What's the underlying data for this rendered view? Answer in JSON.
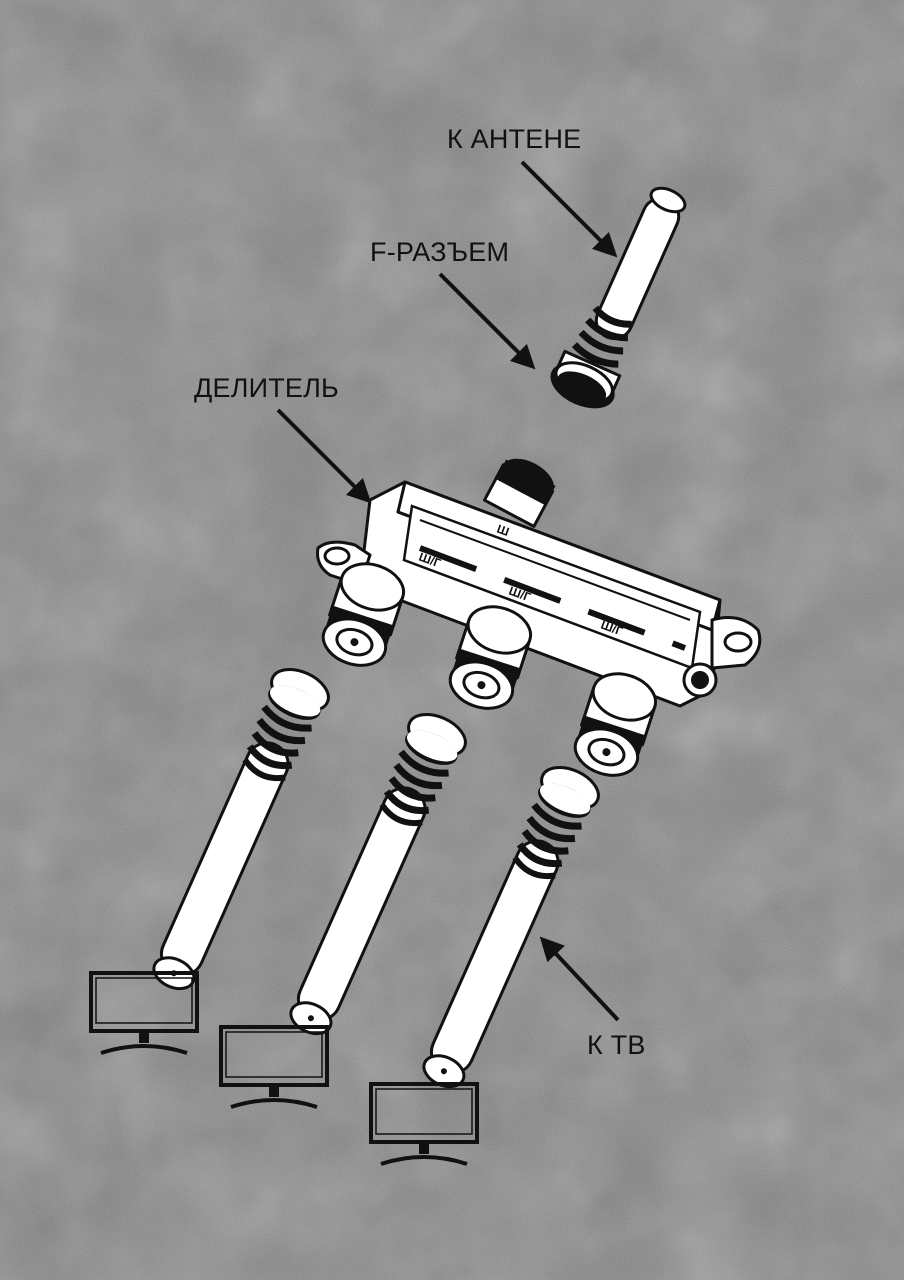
{
  "labels": {
    "to_antenna": "К АНТЕНЕ",
    "f_connector": "F-РАЗЪЕМ",
    "splitter": "ДЕЛИТЕЛЬ",
    "to_tv": "К ТВ"
  },
  "splitter_port_markings": [
    "Ш",
    "Ш/Г",
    "Ш/Г",
    "Ш/Г"
  ],
  "colors": {
    "background": "#7d7d7d",
    "ink": "#111111",
    "device": "#ffffff"
  },
  "icons": [
    "arrow-icon",
    "coaxial-cable-icon",
    "f-connector-icon",
    "splitter-icon",
    "tv-monitor-icon"
  ]
}
